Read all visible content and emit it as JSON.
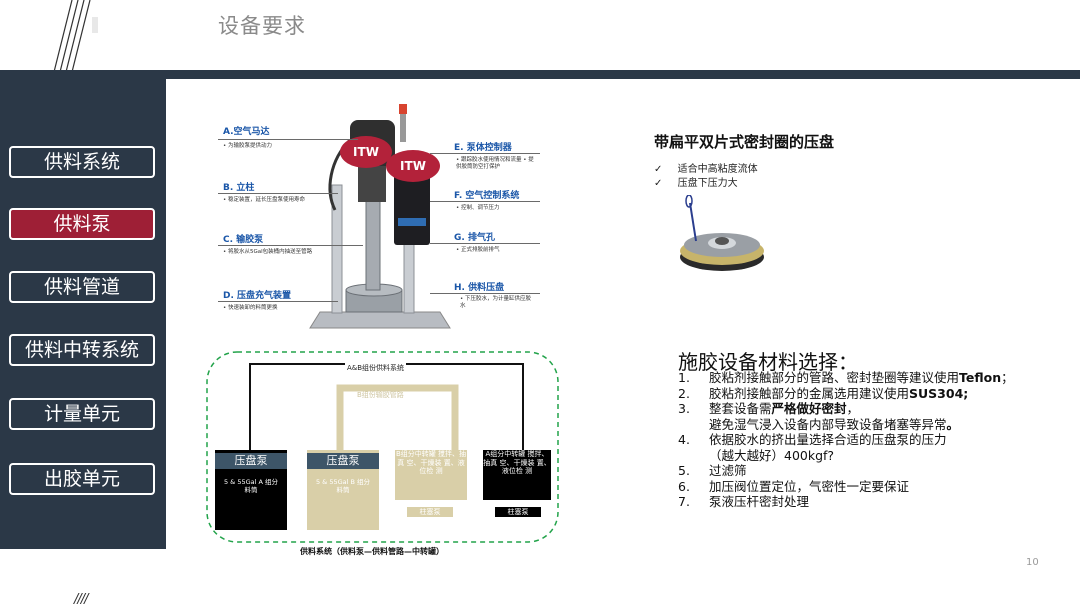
{
  "header": {
    "title": "设备要求",
    "bottom_marks": "////"
  },
  "sidebar": {
    "items": [
      {
        "label": "供料系统",
        "active": false
      },
      {
        "label": "供料泵",
        "active": true
      },
      {
        "label": "供料管道",
        "active": false
      },
      {
        "label": "供料中转系统",
        "active": false
      },
      {
        "label": "计量单元",
        "active": false
      },
      {
        "label": "出胶单元",
        "active": false
      }
    ]
  },
  "pump": {
    "itw_left": "ITW",
    "itw_right": "ITW",
    "labels": [
      {
        "title": "A.空气马达",
        "note": "• 为输胶泵提供动力"
      },
      {
        "title": "B. 立柱",
        "note": "• 稳定装置，延长压盘泵使用寿命"
      },
      {
        "title": "C. 输胶泵",
        "note": "• 将胶水从5Gal包装桶内抽送至管路"
      },
      {
        "title": "D. 压盘充气装置",
        "note": "• 快速装卸的料筒更换"
      },
      {
        "title": "E. 泵体控制器",
        "note": "• 跟踪胶水使用情况和流量 • 提供胶筒防空打保护"
      },
      {
        "title": "F. 空气控制系统",
        "note": "• 控制、调节压力"
      },
      {
        "title": "G. 排气孔",
        "note": "• 正式排胶前排气"
      },
      {
        "title": "H. 供料压盘",
        "note": "• 下压胶水，为计量缸供应胶水"
      }
    ]
  },
  "diagram": {
    "top_label": "A&B组份供料系统",
    "inner_label": "B组份输胶管路",
    "tank_a_title": "压盘泵",
    "tank_a_text": "5 & 55Gal A 组分料筒",
    "tank_b_title": "压盘泵",
    "tank_b_text": "5 & 55Gal B 组分料筒",
    "mid_b_text": "B组分中转罐 搅拌、抽真 空、干燥装 置、液位检 测",
    "mid_a_text": "A组分中转罐 搅拌、抽真 空、干燥装 置、液位检 测",
    "plunger_b": "柱塞泵",
    "plunger_a": "柱塞泵",
    "caption": "供料系统（供料泵—供料管路—中转罐）"
  },
  "right": {
    "title": "带扁平双片式密封圈的压盘",
    "checks": [
      "适合中高粘度流体",
      "压盘下压力大"
    ],
    "check_mark": "✓",
    "selection_title": "施胶设备材料选择：",
    "items": [
      {
        "num": "1.",
        "pre": "胶粘剂接触部分的管路、密封垫圈等建议使用",
        "bold": "Teflon",
        "post": "；"
      },
      {
        "num": "2.",
        "pre": "胶粘剂接触部分的金属选用建议使用",
        "bold": "SUS304;",
        "post": ""
      },
      {
        "num": "3.",
        "pre": "整套设备需",
        "bold": "严格做好密封",
        "post": "，"
      },
      {
        "num": "",
        "pre": "避免湿气浸入设备内部导致设备堵塞等异常",
        "bold": "。",
        "post": ""
      },
      {
        "num": "4.",
        "pre": "依据胶水的挤出量选择合适的压盘泵的压力",
        "bold": "",
        "post": ""
      },
      {
        "num": "",
        "pre": "（越大越好）400kgf?",
        "bold": "",
        "post": ""
      },
      {
        "num": "5.",
        "pre": "过滤筛",
        "bold": "",
        "post": ""
      },
      {
        "num": "6.",
        "pre": "加压阀位置定位，气密性一定要保证",
        "bold": "",
        "post": ""
      },
      {
        "num": "7.",
        "pre": "泵液压杆密封处理",
        "bold": "",
        "post": ""
      }
    ]
  },
  "page_number": "10",
  "colors": {
    "navy": "#2b3847",
    "active": "#9e1f36",
    "blue_label": "#1a56a8",
    "itw_red": "#b3223a"
  }
}
